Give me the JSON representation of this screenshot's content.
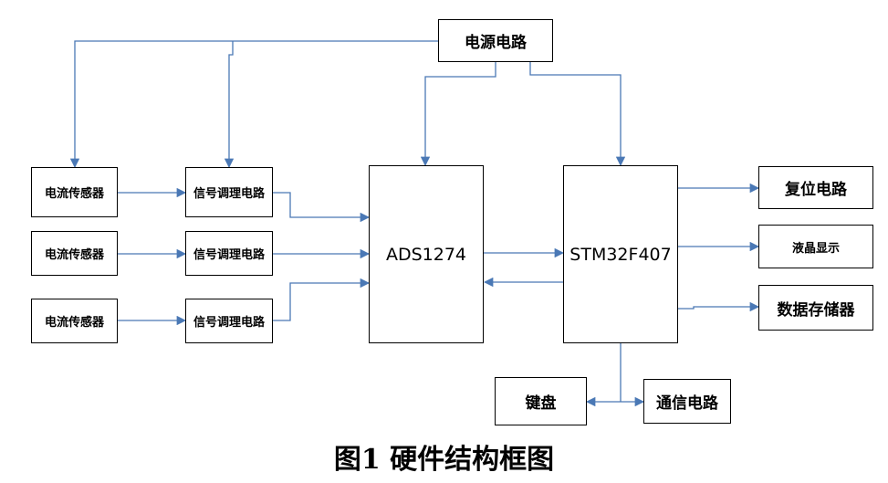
{
  "blocks": {
    "power": "电源电路",
    "sensors": [
      "电流传感器",
      "电流传感器",
      "电流传感器"
    ],
    "conditioners": [
      "信号调理电路",
      "信号调理电路",
      "信号调理电路"
    ],
    "adc": "ADS1274",
    "mcu": "STM32F407",
    "reset": "复位电路",
    "lcd": "液晶显示",
    "storage": "数据存储器",
    "keyboard": "键盘",
    "comm": "通信电路"
  },
  "caption": "图1  硬件结构框图",
  "colors": {
    "wire": "#4a78b5",
    "border": "#000000"
  }
}
